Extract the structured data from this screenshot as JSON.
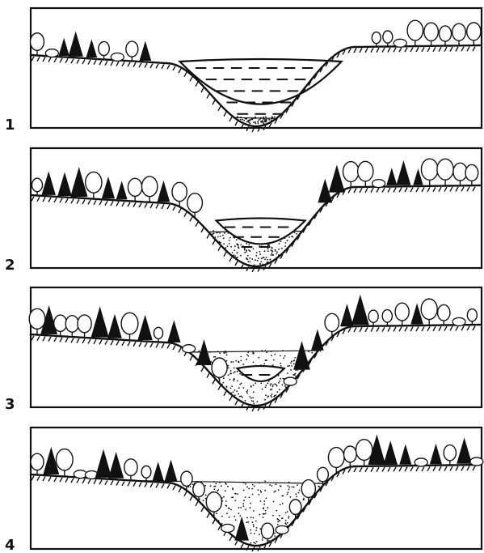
{
  "diagram": {
    "panels": [
      {
        "number": "1",
        "water_level": 1.0,
        "sediment_level": 0.15
      },
      {
        "number": "2",
        "water_level": 0.55,
        "sediment_level": 0.55
      },
      {
        "number": "3",
        "water_level": 0.2,
        "sediment_level": 0.85
      },
      {
        "number": "4",
        "water_level": 0.0,
        "sediment_level": 1.0
      }
    ]
  }
}
